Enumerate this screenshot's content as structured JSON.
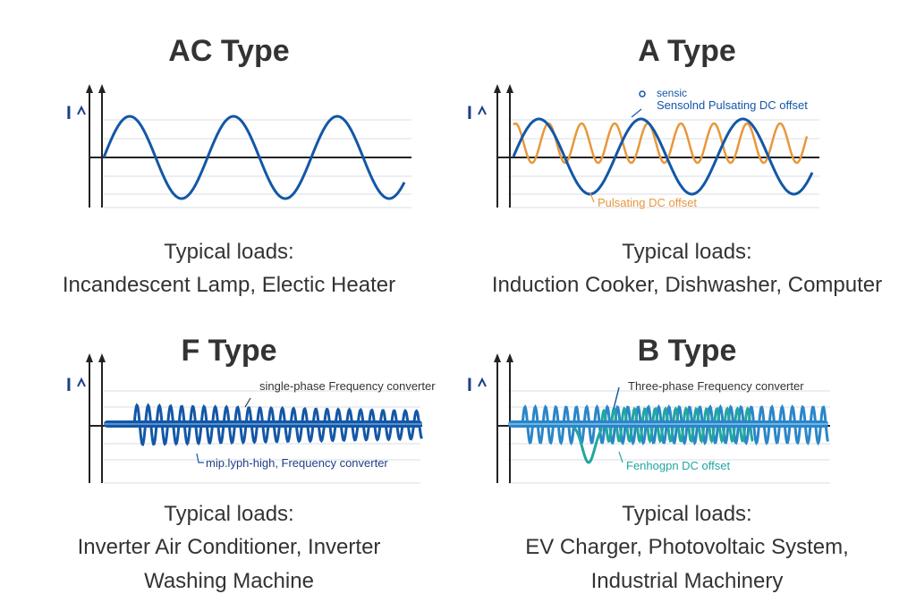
{
  "axis_label": "I",
  "colors": {
    "navy": "#1f3f86",
    "blue": "#1357a6",
    "orange": "#e8973a",
    "teal": "#21a6a0",
    "axis": "#222222",
    "grid": "#d9dde3"
  },
  "panels": [
    {
      "id": "ac",
      "title": "AC Type",
      "loads_heading": "Typical loads:",
      "loads_lines": [
        "Incandescent Lamp, Electic Heater"
      ]
    },
    {
      "id": "a",
      "title": "A Type",
      "loads_heading": "Typical loads:",
      "loads_lines": [
        "Induction Cooker, Dishwasher, Computer"
      ],
      "annotations": [
        "sensic",
        "Sensolnd Pulsating DC offset",
        "Pulsating DC offset"
      ]
    },
    {
      "id": "f",
      "title": "F Type",
      "loads_heading": "Typical loads:",
      "loads_lines": [
        "Inverter Air Conditioner, Inverter",
        "Washing Machine"
      ],
      "annotations": [
        "single-phase Frequency converter",
        "mip.lyph-high, Frequency converter"
      ]
    },
    {
      "id": "b",
      "title": "B Type",
      "loads_heading": "Typical loads:",
      "loads_lines": [
        "EV Charger, Photovoltaic System,",
        "Industrial Machinery"
      ],
      "annotations": [
        "Three-phase Frequency converter",
        "Fenhogpn DC offset"
      ]
    }
  ]
}
